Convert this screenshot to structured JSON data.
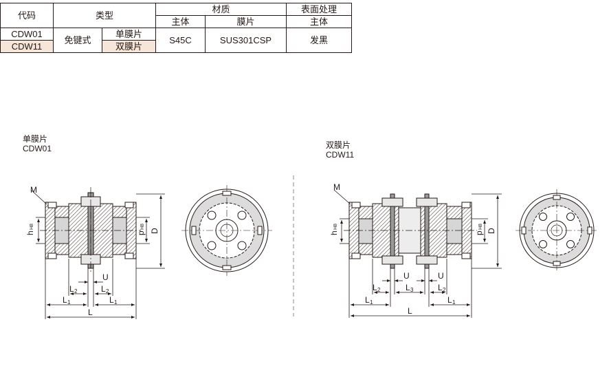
{
  "table": {
    "headers": {
      "code": "代码",
      "type": "类型",
      "material": "材质",
      "surface": "表面处理",
      "main_body": "主体",
      "diaphragm": "膜片",
      "surface_main": "主体"
    },
    "rows": [
      {
        "code": "CDW01",
        "type_sub": "单膜片"
      },
      {
        "code": "CDW11",
        "type_sub": "双膜片"
      }
    ],
    "type_main": "免键式",
    "material_main": "S45C",
    "material_diaphragm": "SUS301CSP",
    "surface_value": "发黑",
    "highlight_color": "#f5e6d9"
  },
  "drawing_single": {
    "caption_name": "单膜片",
    "caption_code": "CDW01",
    "labels": {
      "M": "M",
      "h": "h",
      "h_sub": "H8",
      "p": "p",
      "p_sub": "H8",
      "D": "D",
      "U": "U",
      "L2_left": "L",
      "L2_left_sub": "2",
      "L2_right": "L",
      "L2_right_sub": "2",
      "L1_left": "L",
      "L1_left_sub": "1",
      "L1_right": "L",
      "L1_right_sub": "1",
      "L": "L"
    }
  },
  "drawing_double": {
    "caption_name": "双膜片",
    "caption_code": "CDW11",
    "labels": {
      "M": "M",
      "h": "h",
      "h_sub": "H8",
      "p": "p",
      "p_sub": "H8",
      "D": "D",
      "U_left": "U",
      "U_right": "U",
      "L2_left": "L",
      "L2_left_sub": "2",
      "L3": "L",
      "L3_sub": "3",
      "L2_right": "L",
      "L2_right_sub": "2",
      "L1_left": "L",
      "L1_left_sub": "1",
      "L1_right": "L",
      "L1_right_sub": "1",
      "L": "L"
    }
  }
}
